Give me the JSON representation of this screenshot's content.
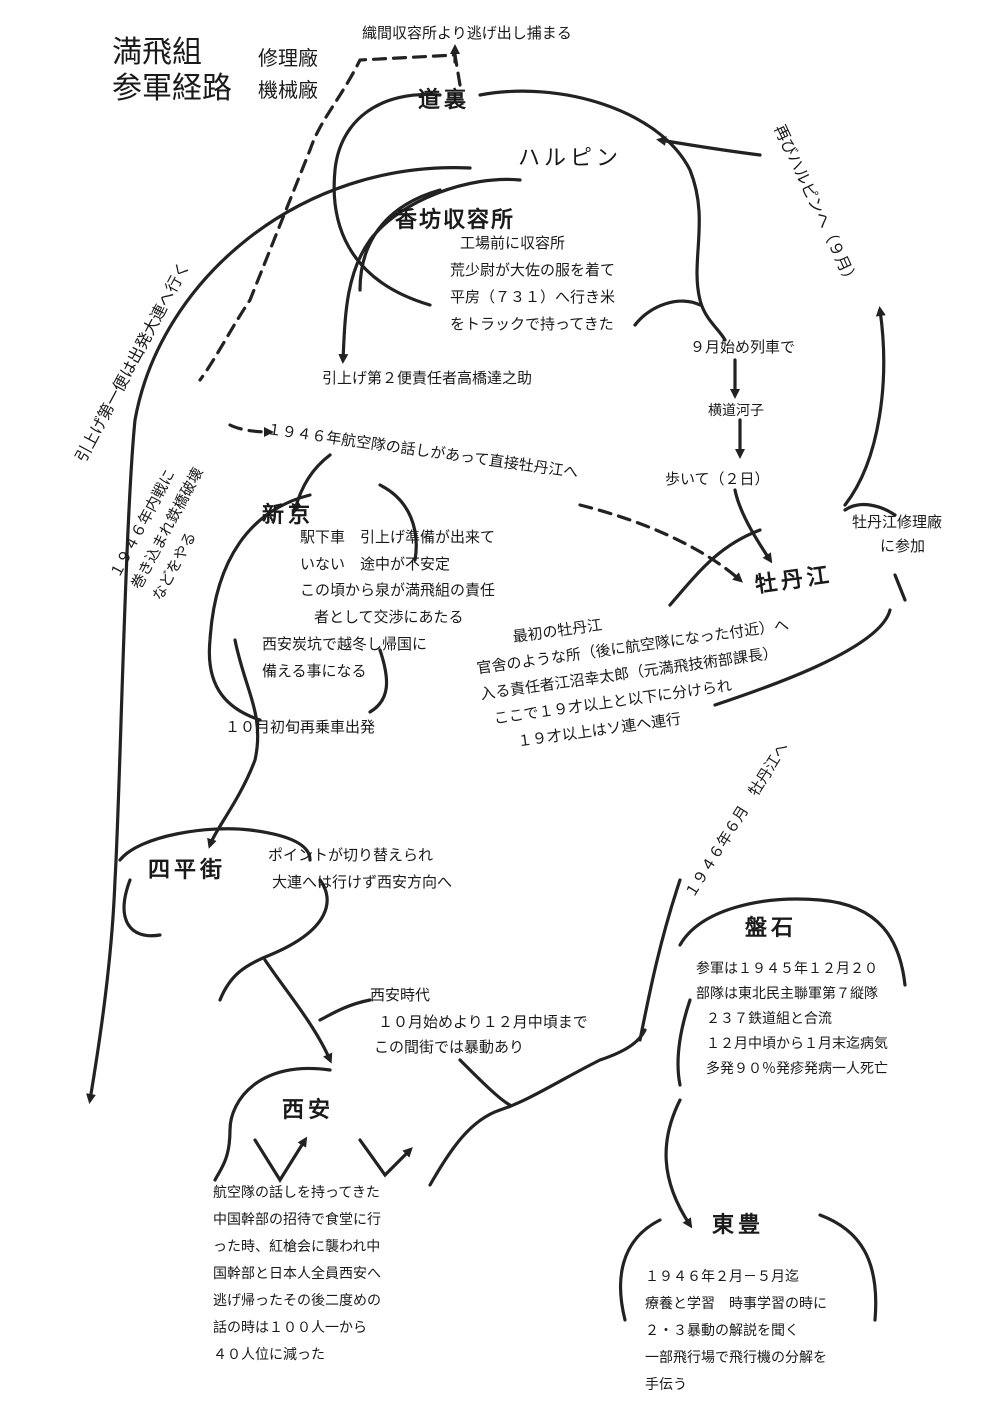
{
  "title": {
    "line1": "満飛組",
    "line2": "参軍経路",
    "sub1": "修理廠",
    "sub2": "機械廠"
  },
  "places": {
    "daoli": "道裏",
    "harbin": "ハルピン",
    "xiangfang": "香坊収容所",
    "xinjing": "新京",
    "mudanjiang": "牡丹江",
    "siping": "四平街",
    "xian": "西安",
    "panshi": "盤石",
    "dongfeng": "東豊"
  },
  "notes": {
    "escape": "織間収容所より逃げ出し捕まる",
    "first_convoy": "引上げ第一便は出発大連へ行く",
    "again_harbin": "再びハルピンへ（９月）",
    "civil_war": [
      "１９４６年内戦に",
      "巻き込まれ鉄橋破壊",
      "などをやる"
    ],
    "xiangfang_text": [
      "工場前に収容所",
      "荒少尉が大佐の服を着て",
      "平房（７３１）へ行き米",
      "をトラックで持ってきた"
    ],
    "train_sept": "９月始め列車で",
    "hengdao": "横道河子",
    "walk": "歩いて（２日）",
    "second_convoy": "引上げ第２便責任者高橋達之助",
    "aviation_1946": "１９４６年航空隊の話しがあって直接牡丹江へ",
    "xinjing_text": [
      "駅下車　引上げ準備が出来て",
      "いない　途中が不安定",
      "この頃から泉が満飛組の責任",
      "者として交渉にあたる",
      "西安炭坑で越冬し帰国に",
      "備える事になる"
    ],
    "mdj_repair": [
      "牡丹江修理廠",
      "に参加"
    ],
    "first_mdj": [
      "最初の牡丹江",
      "官舎のような所（後に航空隊になった付近）へ",
      "入る責任者江沼幸太郎（元満飛技術部課長）",
      "ここで１９才以上と以下に分けられ",
      "１９才以上はソ連へ連行"
    ],
    "october_reboard": "１０月初旬再乗車出発",
    "siping_text": [
      "ポイントが切り替えられ",
      "大連へは行けず西安方向へ"
    ],
    "xian_period": [
      "西安時代",
      "１０月始めより１２月中頃まで",
      "この間街では暴動あり"
    ],
    "june_1946": "１９４６年６月　牡丹江へ",
    "panshi_text": [
      "参軍は１９４５年１２月２０",
      "部隊は東北民主聯軍第７縦隊",
      "２３７鉄道組と合流",
      "１２月中頃から１月末迄病気",
      "多発９０％発疹発病一人死亡"
    ],
    "xian_text": [
      "航空隊の話しを持ってきた",
      "中国幹部の招待で食堂に行",
      "った時、紅槍会に襲われ中",
      "国幹部と日本人全員西安へ",
      "逃げ帰ったその後二度めの",
      "話の時は１００人一から",
      "４０人位に減った"
    ],
    "dongfeng_text": [
      "１９４６年２月－５月迄",
      "療養と学習　時事学習の時に",
      "２・３暴動の解説を聞く",
      "一部飛行場で飛行機の分解を",
      "手伝う"
    ]
  }
}
